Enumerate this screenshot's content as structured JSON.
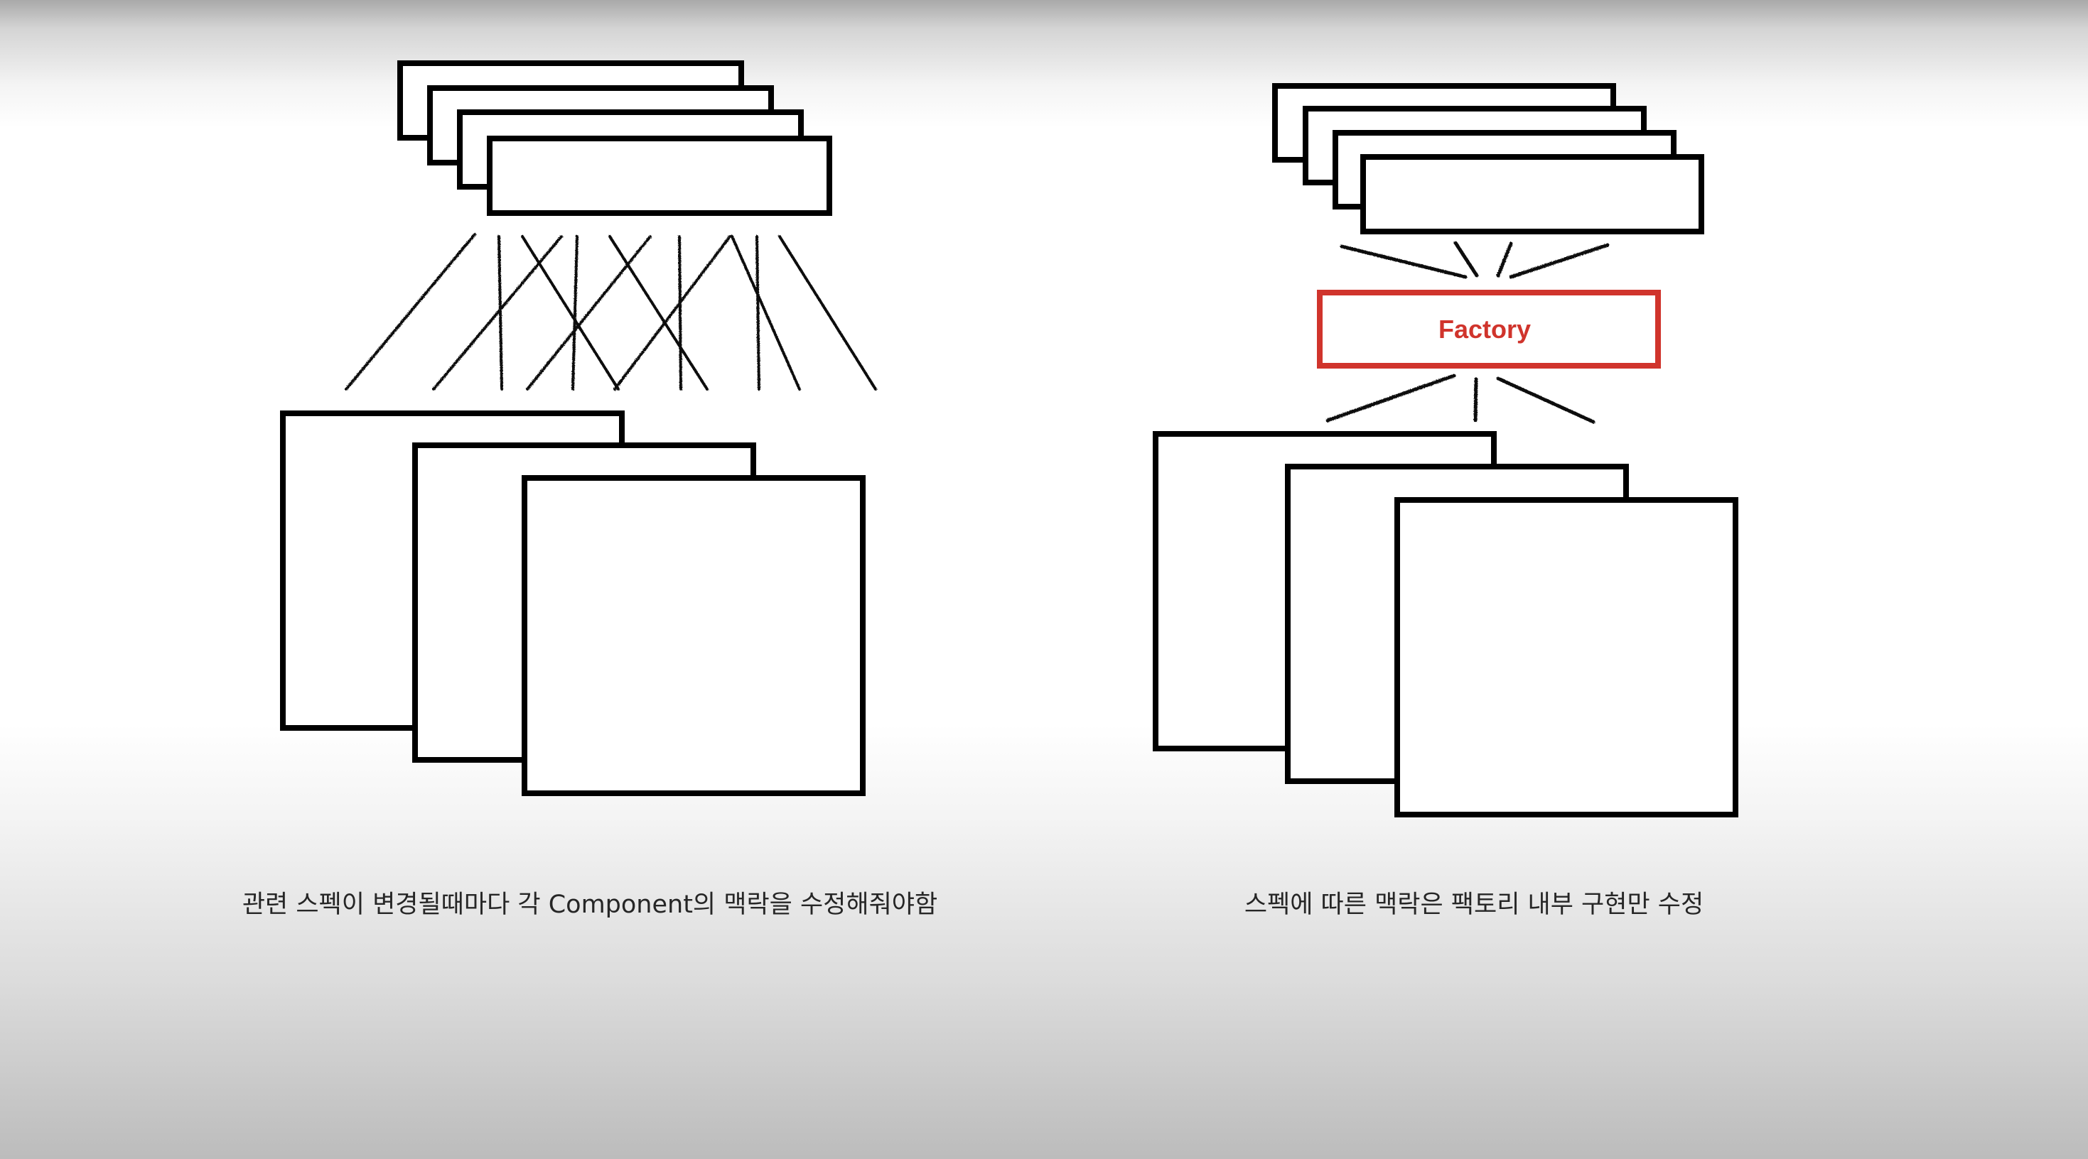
{
  "left_panel": {
    "caption": "관련 스펙이 변경될때마다 각 Component의 맥락을 수정해줘야함",
    "spec_card_count": 4,
    "component_card_count": 3
  },
  "right_panel": {
    "factory_label": "Factory",
    "caption": "스펙에 따른 맥락은 팩토리 내부 구현만 수정",
    "spec_card_count": 4,
    "component_card_count": 3
  },
  "colors": {
    "stroke": "#000000",
    "card_fill": "#ffffff",
    "factory_accent": "#d0342c",
    "caption_text": "#262626"
  }
}
